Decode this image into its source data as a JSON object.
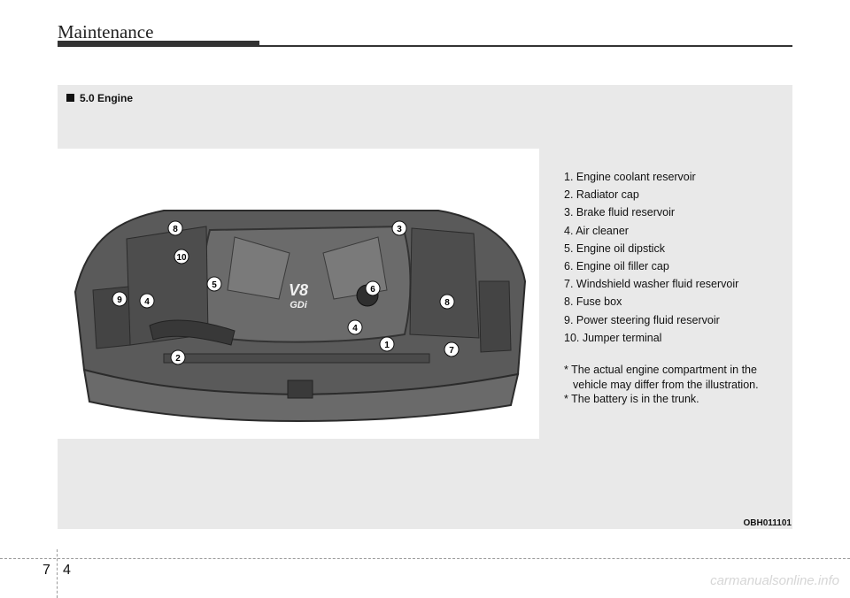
{
  "header": {
    "title": "Maintenance"
  },
  "section": {
    "heading": "5.0 Engine"
  },
  "illustration": {
    "logo_text_1": "V8",
    "logo_text_2": "GDi",
    "callouts": [
      "8",
      "10",
      "5",
      "9",
      "4",
      "3",
      "6",
      "8",
      "4",
      "1",
      "7",
      "2"
    ]
  },
  "legend": {
    "items": [
      "1. Engine coolant reservoir",
      "2. Radiator cap",
      "3. Brake fluid reservoir",
      "4. Air cleaner",
      "5. Engine oil dipstick",
      "6. Engine oil filler cap",
      "7. Windshield washer fluid reservoir",
      "8. Fuse box",
      "9. Power steering fluid reservoir",
      "10. Jumper terminal"
    ],
    "notes": [
      "* The actual engine compartment in the vehicle may differ from the illustration.",
      "* The battery is in the trunk."
    ]
  },
  "figure_code": "OBH011101",
  "footer": {
    "chapter": "7",
    "page": "4",
    "watermark": "carmanualsonline.info"
  }
}
